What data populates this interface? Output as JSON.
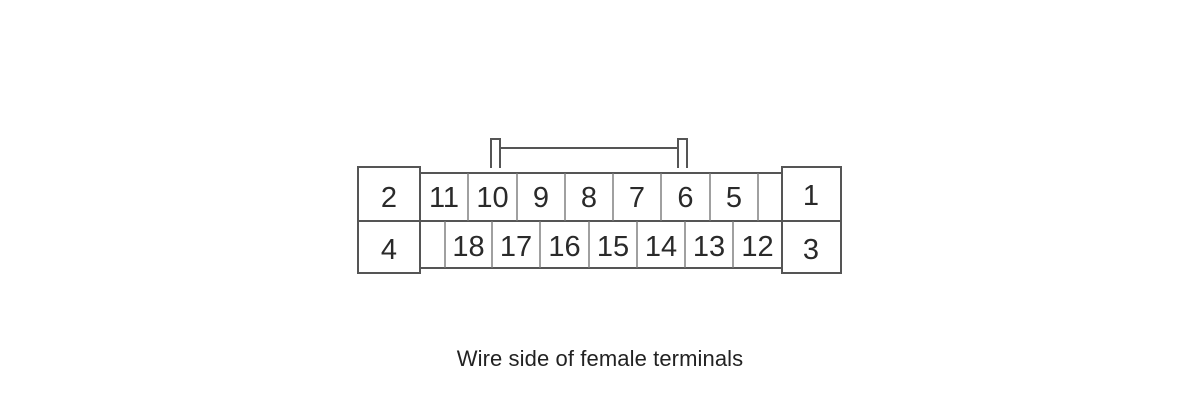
{
  "diagram": {
    "caption": "Wire side of female terminals",
    "line_color": "#555555",
    "text_color": "#2a2a2a",
    "left_block": {
      "top_pin": "2",
      "bottom_pin": "4"
    },
    "right_block": {
      "top_pin": "1",
      "bottom_pin": "3"
    },
    "top_row_pins": [
      "11",
      "10",
      "9",
      "8",
      "7",
      "6",
      "5",
      ""
    ],
    "bottom_row_pins": [
      "",
      "18",
      "17",
      "16",
      "15",
      "14",
      "13",
      "12"
    ]
  }
}
